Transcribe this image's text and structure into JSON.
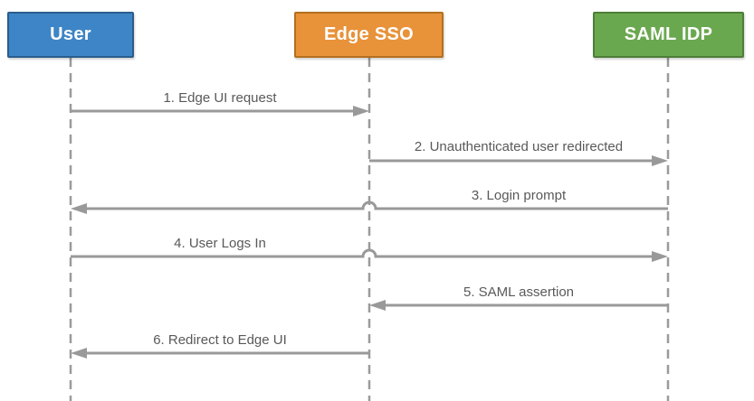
{
  "diagram": {
    "type": "sequence-diagram",
    "background": "#ffffff"
  },
  "actors": [
    {
      "id": "user",
      "label": "User",
      "fill": "#3d85c6",
      "border": "#2a5d8c",
      "text_color": "#ffffff"
    },
    {
      "id": "edge-sso",
      "label": "Edge SSO",
      "fill": "#e8923a",
      "border": "#b4701f",
      "text_color": "#ffffff"
    },
    {
      "id": "saml-idp",
      "label": "SAML IDP",
      "fill": "#6aa84f",
      "border": "#4d7e38",
      "text_color": "#ffffff"
    }
  ],
  "messages": [
    {
      "seq": 1,
      "label": "1. Edge UI request",
      "from": "User",
      "to": "Edge SSO",
      "direction": "right"
    },
    {
      "seq": 2,
      "label": "2. Unauthenticated user redirected",
      "from": "Edge SSO",
      "to": "SAML IDP",
      "direction": "right"
    },
    {
      "seq": 3,
      "label": "3. Login prompt",
      "from": "SAML IDP",
      "to": "User",
      "direction": "left"
    },
    {
      "seq": 4,
      "label": "4. User Logs In",
      "from": "User",
      "to": "SAML IDP",
      "direction": "right"
    },
    {
      "seq": 5,
      "label": "5. SAML assertion",
      "from": "SAML IDP",
      "to": "Edge SSO",
      "direction": "left"
    },
    {
      "seq": 6,
      "label": "6. Redirect to Edge UI",
      "from": "Edge SSO",
      "to": "User",
      "direction": "left"
    }
  ],
  "colors": {
    "arrow_line": "#999999",
    "lifeline": "#9b9b9b",
    "label_text": "#595959"
  }
}
